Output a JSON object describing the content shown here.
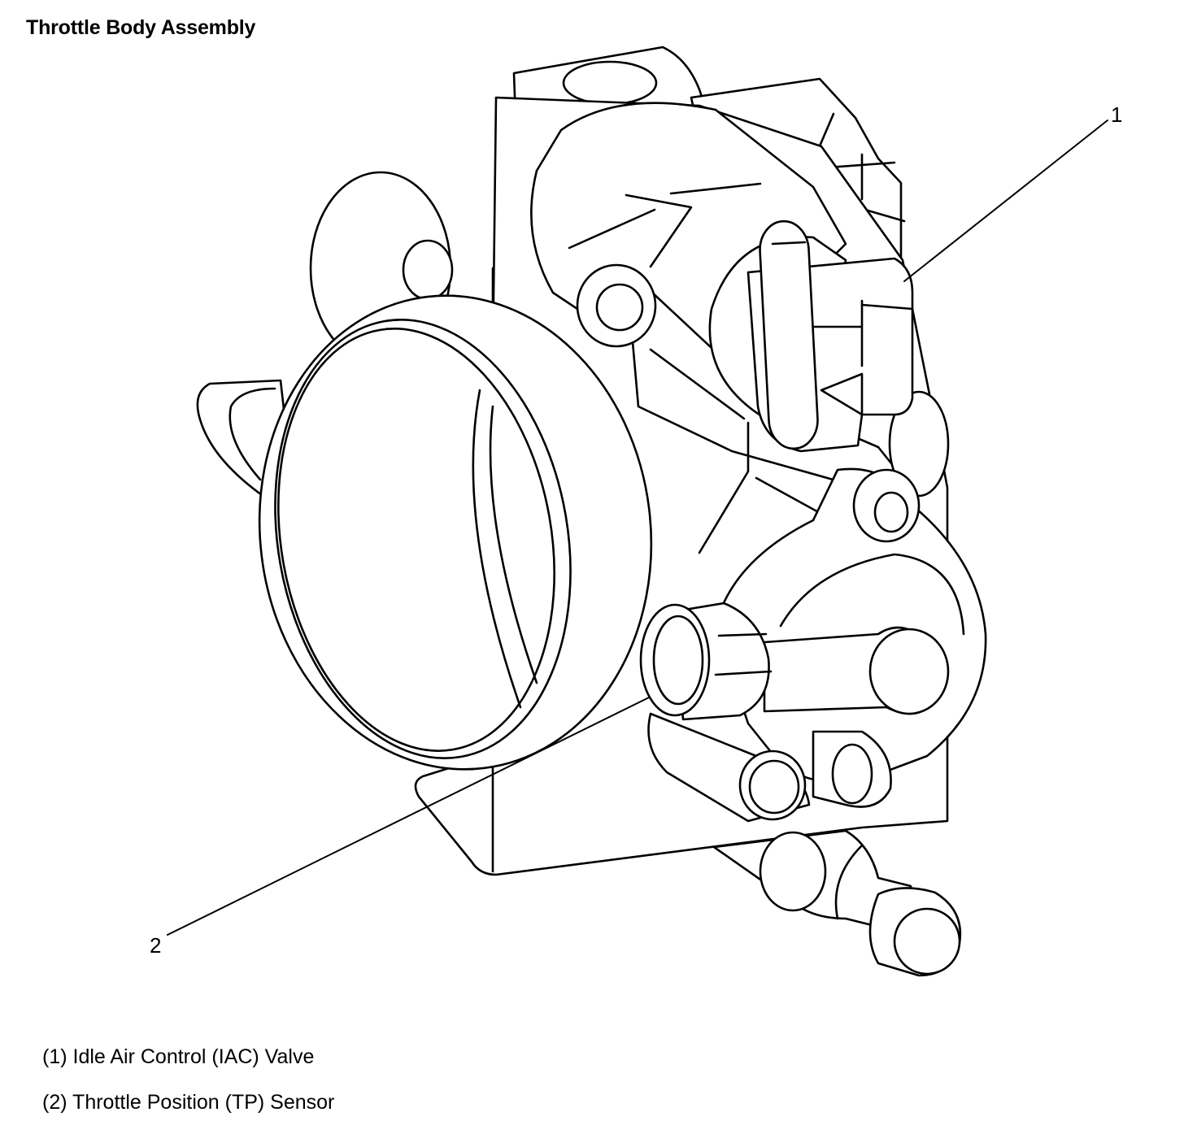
{
  "title": "Throttle Body Assembly",
  "callouts": [
    {
      "number": "1",
      "description": "(1) Idle Air Control (IAC) Valve"
    },
    {
      "number": "2",
      "description": "(2) Throttle Position (TP) Sensor"
    }
  ]
}
